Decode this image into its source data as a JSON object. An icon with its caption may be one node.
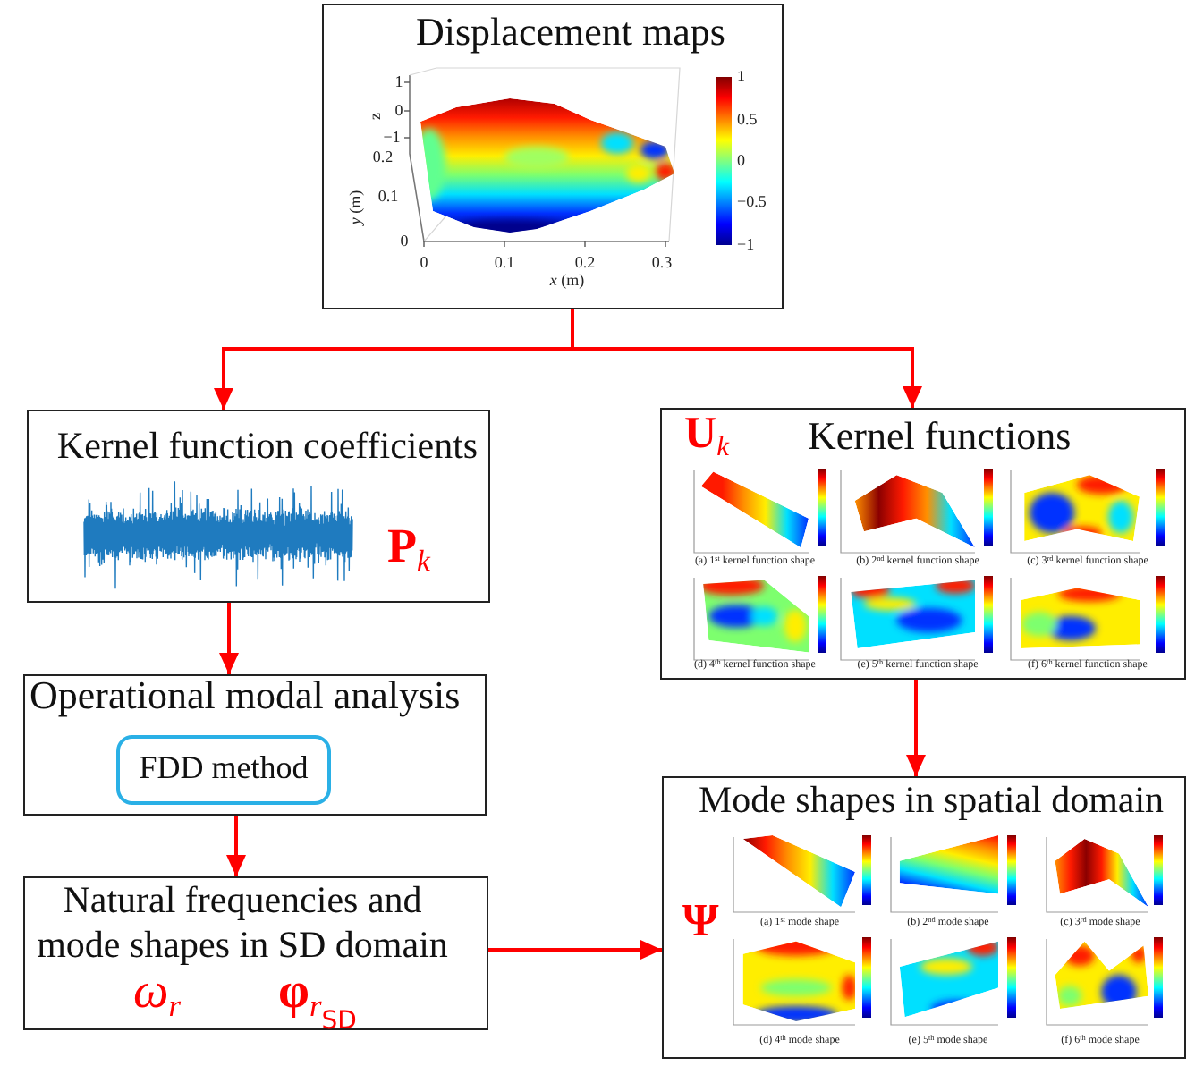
{
  "diagram": {
    "nodes": [
      {
        "text": [
          "Displacement maps"
        ]
      },
      {
        "text": [
          "Kernel function coefficients",
          "**P**$_{k}$"
        ]
      },
      {
        "text": [
          "**U**$_{k}$",
          "Kernel functions"
        ]
      },
      {
        "text": [
          "Operational modal analysis"
        ]
      },
      {
        "text": [
          "FDD method"
        ],
        "in": 3
      },
      {
        "text": [
          "Natural frequencies and mode shapes in SD domain",
          "ω$_{r}$",
          "**φ**$_{r}$$_{SD}$"
        ]
      },
      {
        "text": [
          "Mode shapes in spatial domain",
          "Ψ"
        ]
      }
    ],
    "edges": [
      {
        "from": 0,
        "to": 1,
        "arrow": "to"
      },
      {
        "from": 0,
        "to": 2,
        "arrow": "to"
      },
      {
        "from": 1,
        "to": 3,
        "arrow": "to"
      },
      {
        "from": 2,
        "to": 6,
        "arrow": "to"
      },
      {
        "from": 3,
        "to": 5,
        "arrow": "to"
      },
      {
        "from": 5,
        "to": 6,
        "arrow": "to"
      }
    ],
    "labels": [
      "1",
      "z",
      "0",
      "−1",
      "0.2",
      "0.1",
      "*y* (m)",
      "0",
      "1",
      "0.5",
      "0",
      "−0.5",
      "−1",
      "0",
      "0.1",
      "0.2",
      "0.3",
      "*x* (m)",
      "(a) 1$^{st}$ kernel function shape",
      "(b) 2$^{nd}$ kernel function shape",
      "(c) 3$^{rd}$ kernel function shape",
      "(d) 4$^{th}$ kernel function shape",
      "(e) 5$^{th}$ kernel function shape",
      "(f) 6$^{th}$ kernel function shape",
      "(a) 1$^{st}$ mode shape",
      "(b) 2$^{nd}$ mode shape",
      "(c) 3$^{rd}$ mode shape",
      "(d) 4$^{th}$ mode shape",
      "(e) 5$^{th}$ mode shape",
      "(f) 6$^{th}$ mode shape"
    ]
  }
}
